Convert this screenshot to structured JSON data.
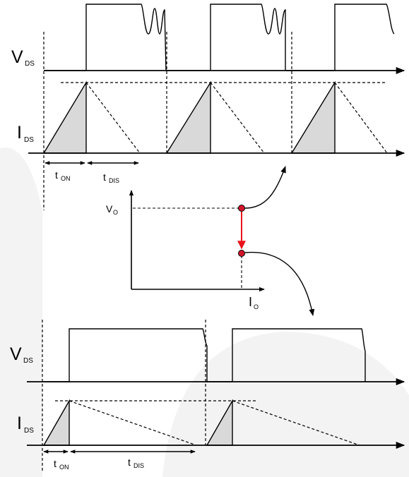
{
  "labels": {
    "vds_main": "V",
    "vds_sub": "DS",
    "ids_main": "I",
    "ids_sub": "DS",
    "ton_main": "t",
    "ton_sub": "ON",
    "tdis_main": "t",
    "tdis_sub": "DIS",
    "vo_main": "V",
    "vo_sub": "O",
    "io_main": "I",
    "io_sub": "O"
  },
  "colors": {
    "stroke": "#000000",
    "shade": "#d9d9d9",
    "arrow_red": "#e8141b",
    "dot_fill": "#d0142a",
    "watermark": "#f3f3f3"
  }
}
